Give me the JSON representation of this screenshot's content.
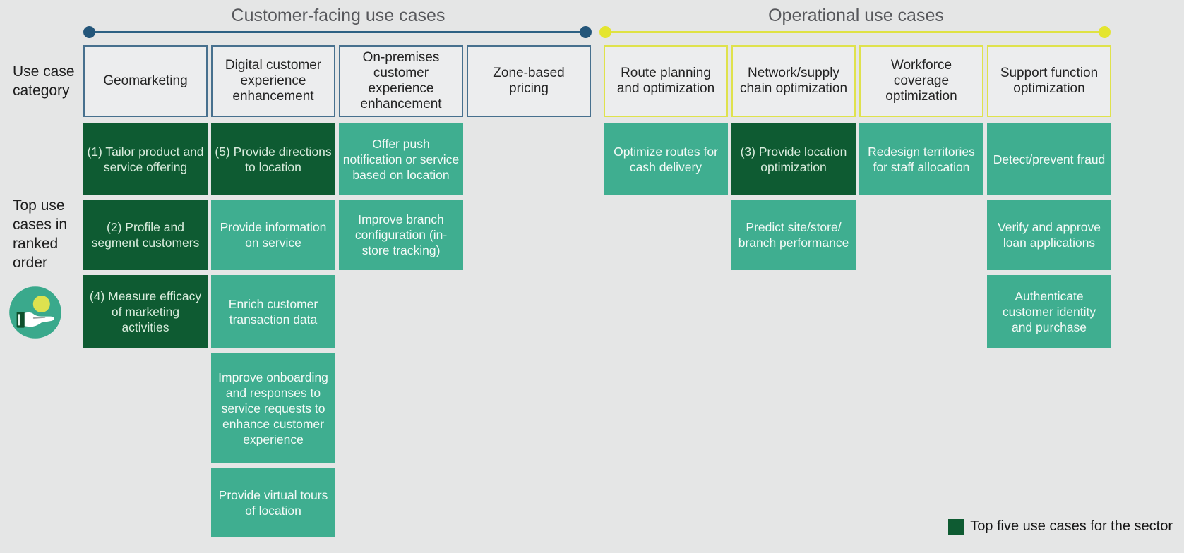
{
  "left_rail": {
    "use_case_category_label": "Use case category",
    "ranked_order_label": "Top use cases in ranked order",
    "icon": "hand-offering-coin-icon"
  },
  "colors": {
    "background": "#e5e6e6",
    "top_five_green": "#0e5b32",
    "use_case_teal": "#3fae90",
    "customer_accent_blue": "#24567a",
    "operational_accent_yellow": "#e4e52f"
  },
  "groups": [
    {
      "title": "Customer-facing use cases",
      "columns": [
        {
          "header": "Geomarketing",
          "cells": [
            {
              "text": "(1) Tailor product and service offering",
              "top_five": true
            },
            {
              "text": "(2) Profile and segment customers",
              "top_five": true
            },
            {
              "text": "(4) Measure efficacy of marketing activities",
              "top_five": true
            }
          ]
        },
        {
          "header": "Digital customer experience enhancement",
          "cells": [
            {
              "text": "(5) Provide directions to location",
              "top_five": true
            },
            {
              "text": "Provide information on service",
              "top_five": false
            },
            {
              "text": "Enrich customer transaction data",
              "top_five": false
            },
            {
              "text": "Improve onboarding and responses to service requests to enhance customer experience",
              "top_five": false
            },
            {
              "text": "Provide virtual tours of location",
              "top_five": false
            }
          ]
        },
        {
          "header": "On-premises customer experience enhancement",
          "cells": [
            {
              "text": "Offer push notification or service based on location",
              "top_five": false
            },
            {
              "text": "Improve branch configuration (in-store tracking)",
              "top_five": false
            }
          ]
        },
        {
          "header": "Zone-based pricing",
          "cells": []
        }
      ]
    },
    {
      "title": "Operational use cases",
      "columns": [
        {
          "header": "Route planning and optimization",
          "cells": [
            {
              "text": "Optimize routes for cash delivery",
              "top_five": false
            }
          ]
        },
        {
          "header": "Network/supply chain optimization",
          "cells": [
            {
              "text": "(3) Provide location optimization",
              "top_five": true
            },
            {
              "text": "Predict site/store/ branch performance",
              "top_five": false
            }
          ]
        },
        {
          "header": "Workforce coverage optimization",
          "cells": [
            {
              "text": "Redesign territories for staff allocation",
              "top_five": false
            }
          ]
        },
        {
          "header": "Support function optimization",
          "cells": [
            {
              "text": "Detect/prevent fraud",
              "top_five": false
            },
            {
              "text": "Verify and approve loan applications",
              "top_five": false
            },
            {
              "text": "Authenticate customer identity and purchase",
              "top_five": false
            }
          ]
        }
      ]
    }
  ],
  "legend": {
    "label": "Top five use cases for the sector"
  }
}
